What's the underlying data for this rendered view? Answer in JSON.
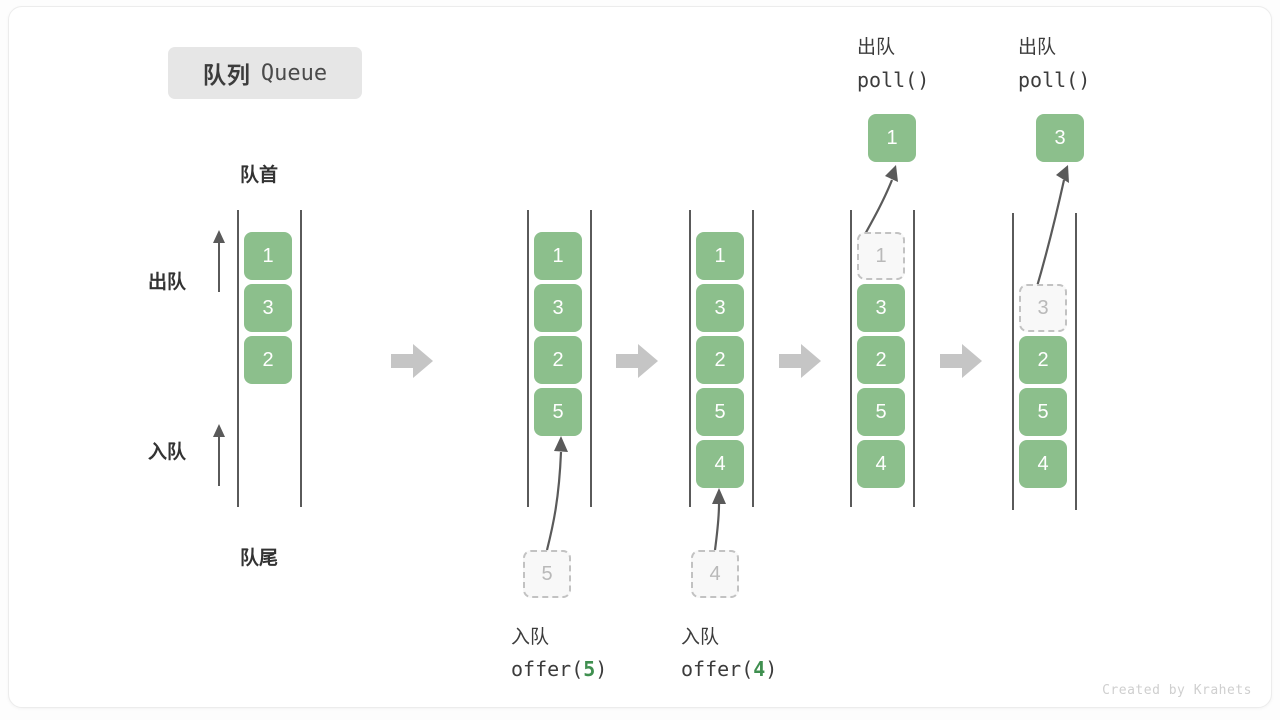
{
  "card": {
    "title_cn": "队列",
    "title_en": "Queue",
    "credit": "Created by Krahets",
    "accent_green": "#8cbf8c",
    "ghost_gray": "#c2c2c2",
    "arrow_gray": "#c5c5c5",
    "text_dark": "#3c3c3c",
    "arg_green": "#3f8f4f"
  },
  "annotations": {
    "head_label": "队首",
    "tail_label": "队尾",
    "dequeue_label": "出队",
    "enqueue_label": "入队"
  },
  "columns": [
    {
      "id": "initial-queue",
      "name": "initial-state",
      "cells": [
        "1",
        "3",
        "2"
      ],
      "ghost_index": null,
      "op_cn": "",
      "op_code": "",
      "op_arg": "",
      "extracted": null
    },
    {
      "id": "after-offer-5",
      "name": "after-offer-5",
      "cells": [
        "1",
        "3",
        "2",
        "5"
      ],
      "ghost_index": null,
      "op_cn": "入队",
      "op_code_prefix": "offer(",
      "op_arg": "5",
      "op_code_suffix": ")",
      "incoming_ghost": "5",
      "extracted": null
    },
    {
      "id": "after-offer-4",
      "name": "after-offer-4",
      "cells": [
        "1",
        "3",
        "2",
        "5",
        "4"
      ],
      "ghost_index": null,
      "op_cn": "入队",
      "op_code_prefix": "offer(",
      "op_arg": "4",
      "op_code_suffix": ")",
      "incoming_ghost": "4",
      "extracted": null
    },
    {
      "id": "poll-1",
      "name": "poll-first",
      "cells": [
        "1",
        "3",
        "2",
        "5",
        "4"
      ],
      "ghost_index": 0,
      "op_cn": "出队",
      "op_code": "poll()",
      "extracted": "1"
    },
    {
      "id": "poll-3",
      "name": "poll-second",
      "cells": [
        "3",
        "2",
        "5",
        "4"
      ],
      "ghost_index": 0,
      "op_cn": "出队",
      "op_code": "poll()",
      "extracted": "3"
    }
  ],
  "step_arrows": [
    {
      "name": "step-arrow-1"
    },
    {
      "name": "step-arrow-2"
    },
    {
      "name": "step-arrow-3"
    },
    {
      "name": "step-arrow-4"
    }
  ]
}
